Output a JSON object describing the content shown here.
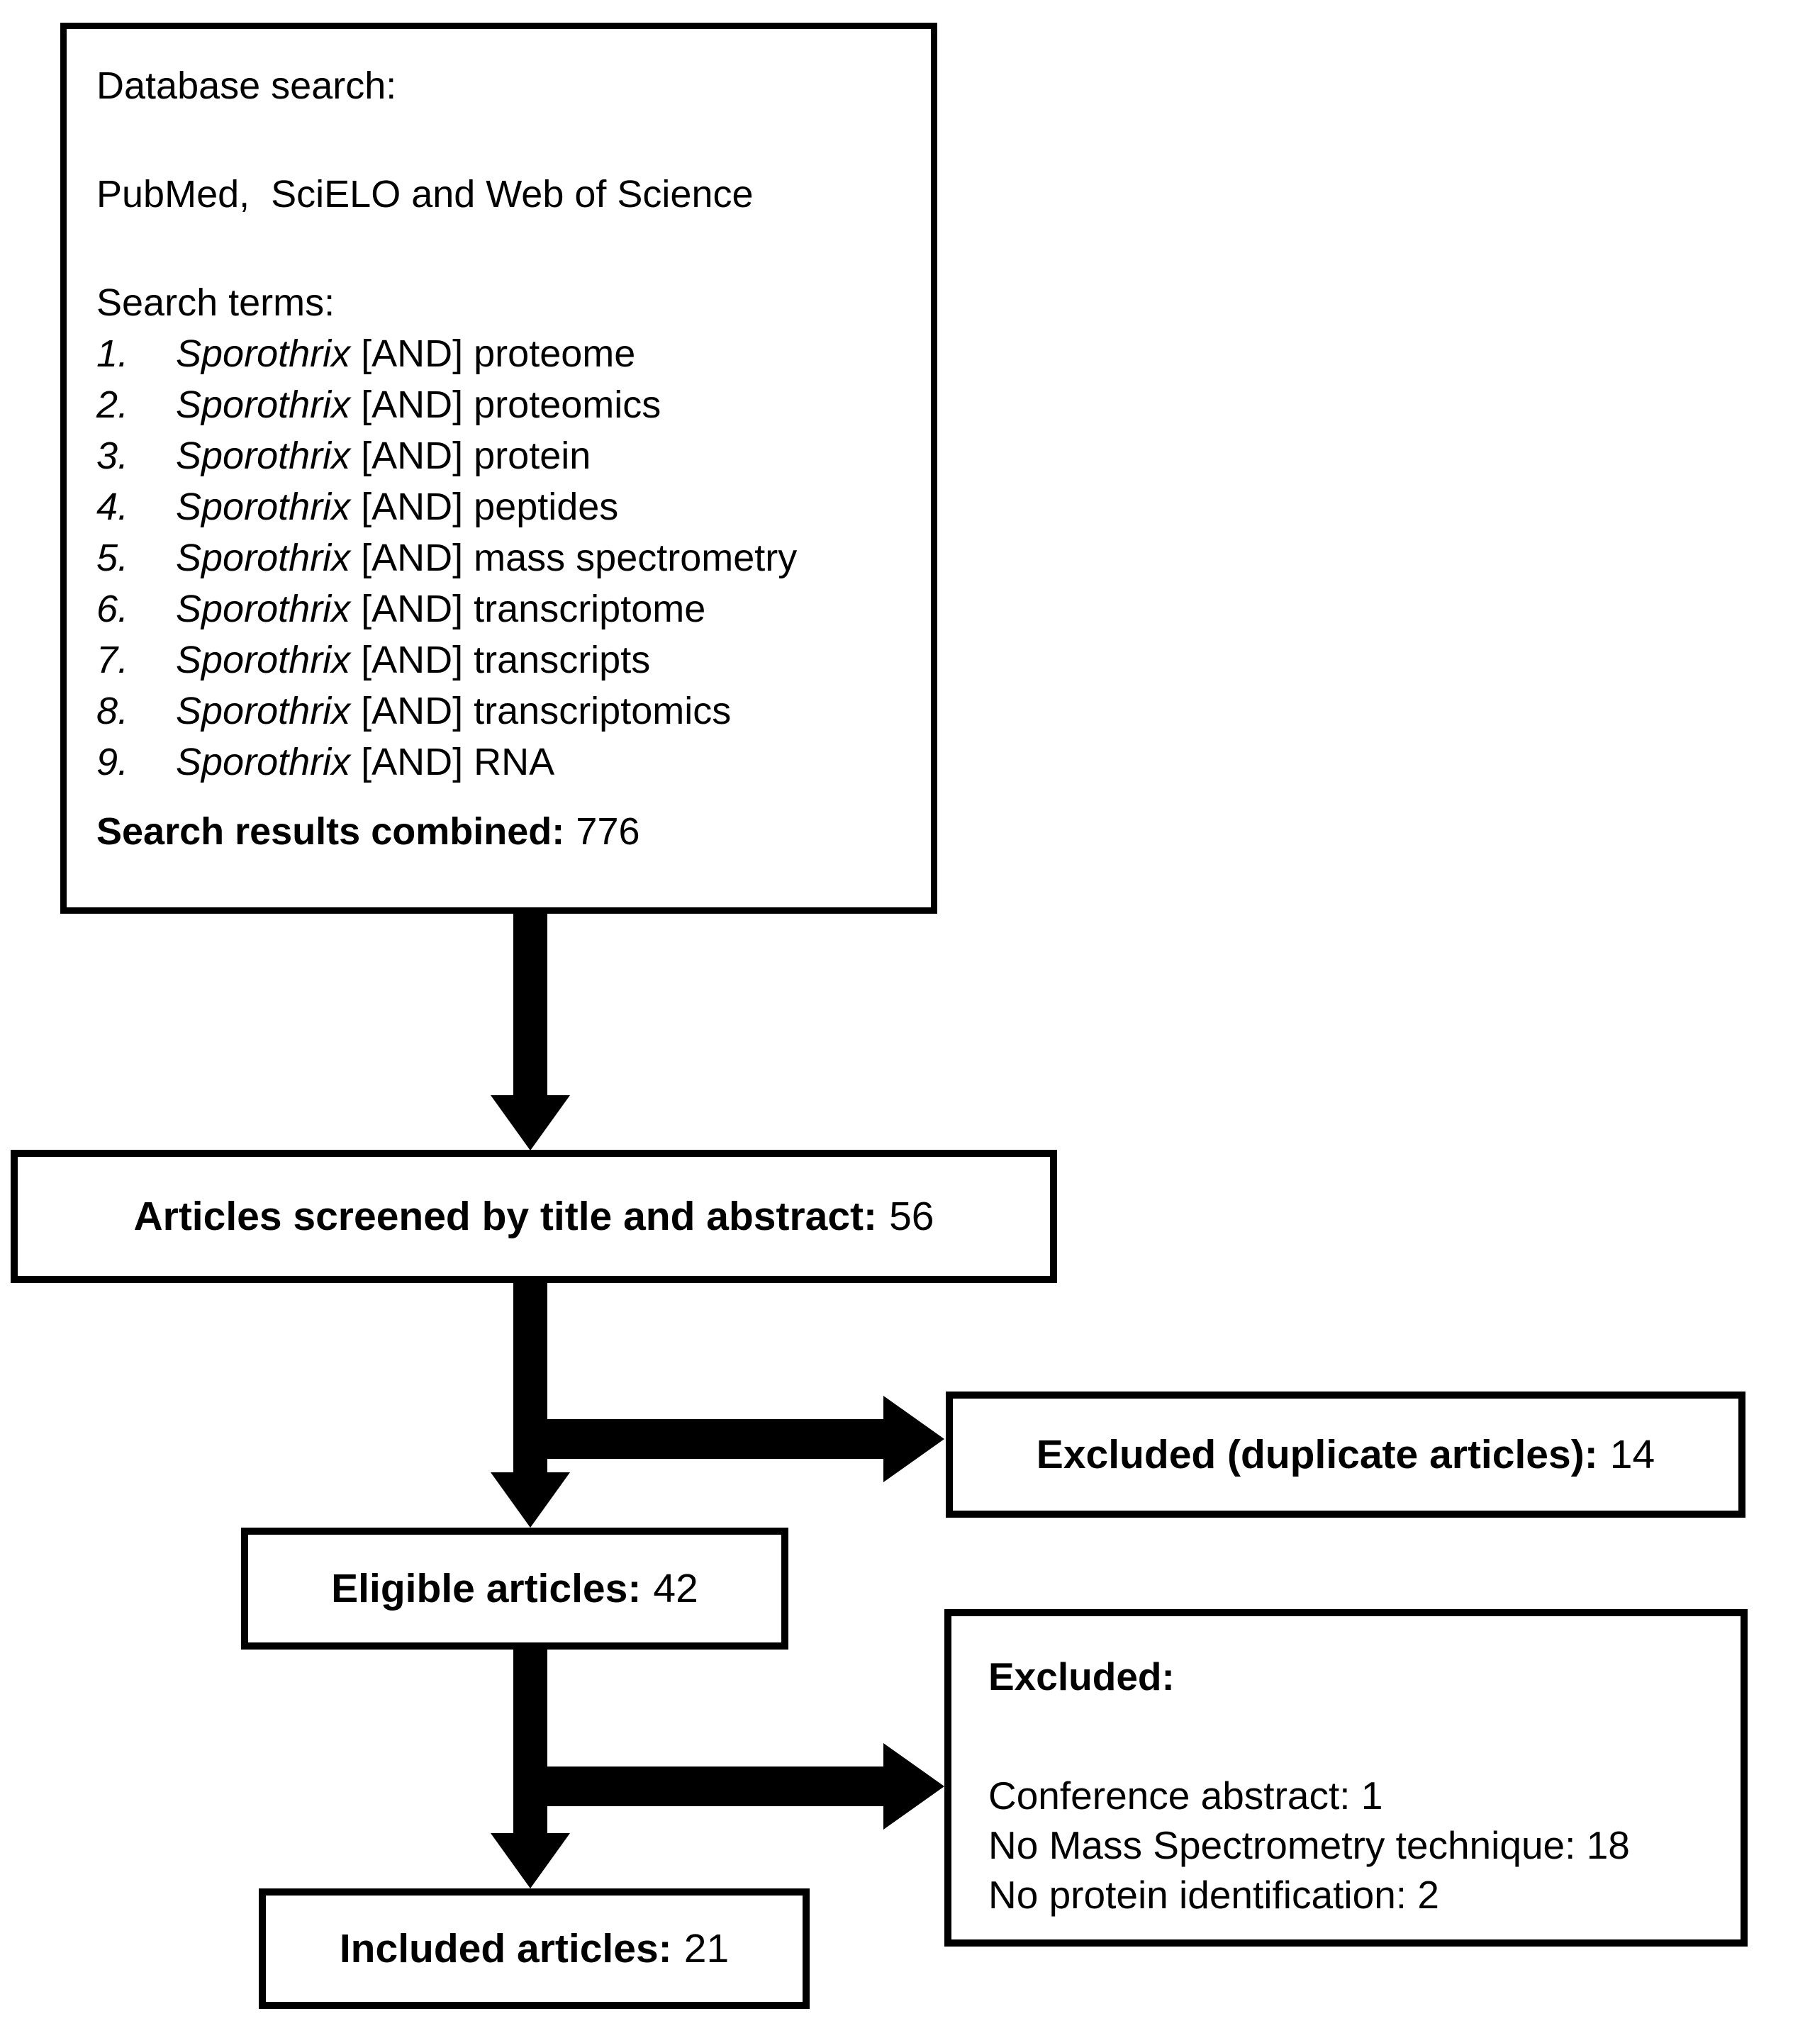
{
  "diagram": {
    "database_box": {
      "title": "Database search:",
      "databases": "PubMed,  SciELO and Web of Science",
      "search_terms_label": "Search terms:",
      "terms": [
        {
          "num": "1.",
          "genus": "Sporothrix",
          "rest": " [AND] proteome"
        },
        {
          "num": "2.",
          "genus": "Sporothrix",
          "rest": " [AND] proteomics"
        },
        {
          "num": "3.",
          "genus": "Sporothrix",
          "rest": " [AND] protein"
        },
        {
          "num": "4.",
          "genus": "Sporothrix",
          "rest": " [AND] peptides"
        },
        {
          "num": "5.",
          "genus": "Sporothrix",
          "rest": " [AND] mass spectrometry"
        },
        {
          "num": "6.",
          "genus": "Sporothrix",
          "rest": " [AND] transcriptome"
        },
        {
          "num": "7.",
          "genus": "Sporothrix",
          "rest": " [AND] transcripts"
        },
        {
          "num": "8.",
          "genus": "Sporothrix",
          "rest": " [AND] transcriptomics"
        },
        {
          "num": "9.",
          "genus": "Sporothrix",
          "rest": " [AND] RNA"
        }
      ],
      "combined_label": "Search results combined:",
      "combined_value": "776"
    },
    "screened_box": {
      "label": "Articles screened by title and abstract:",
      "value": "56"
    },
    "excluded_duplicates_box": {
      "label": "Excluded (duplicate articles):",
      "value": "14"
    },
    "eligible_box": {
      "label": "Eligible articles:",
      "value": "42"
    },
    "excluded_reasons_box": {
      "title": "Excluded:",
      "reasons": [
        "Conference abstract: 1",
        "No Mass Spectrometry technique: 18",
        "No protein identification: 2"
      ]
    },
    "included_box": {
      "label": "Included articles:",
      "value": "21"
    },
    "colors": {
      "line": "#000000",
      "background": "#ffffff",
      "text": "#000000"
    }
  }
}
